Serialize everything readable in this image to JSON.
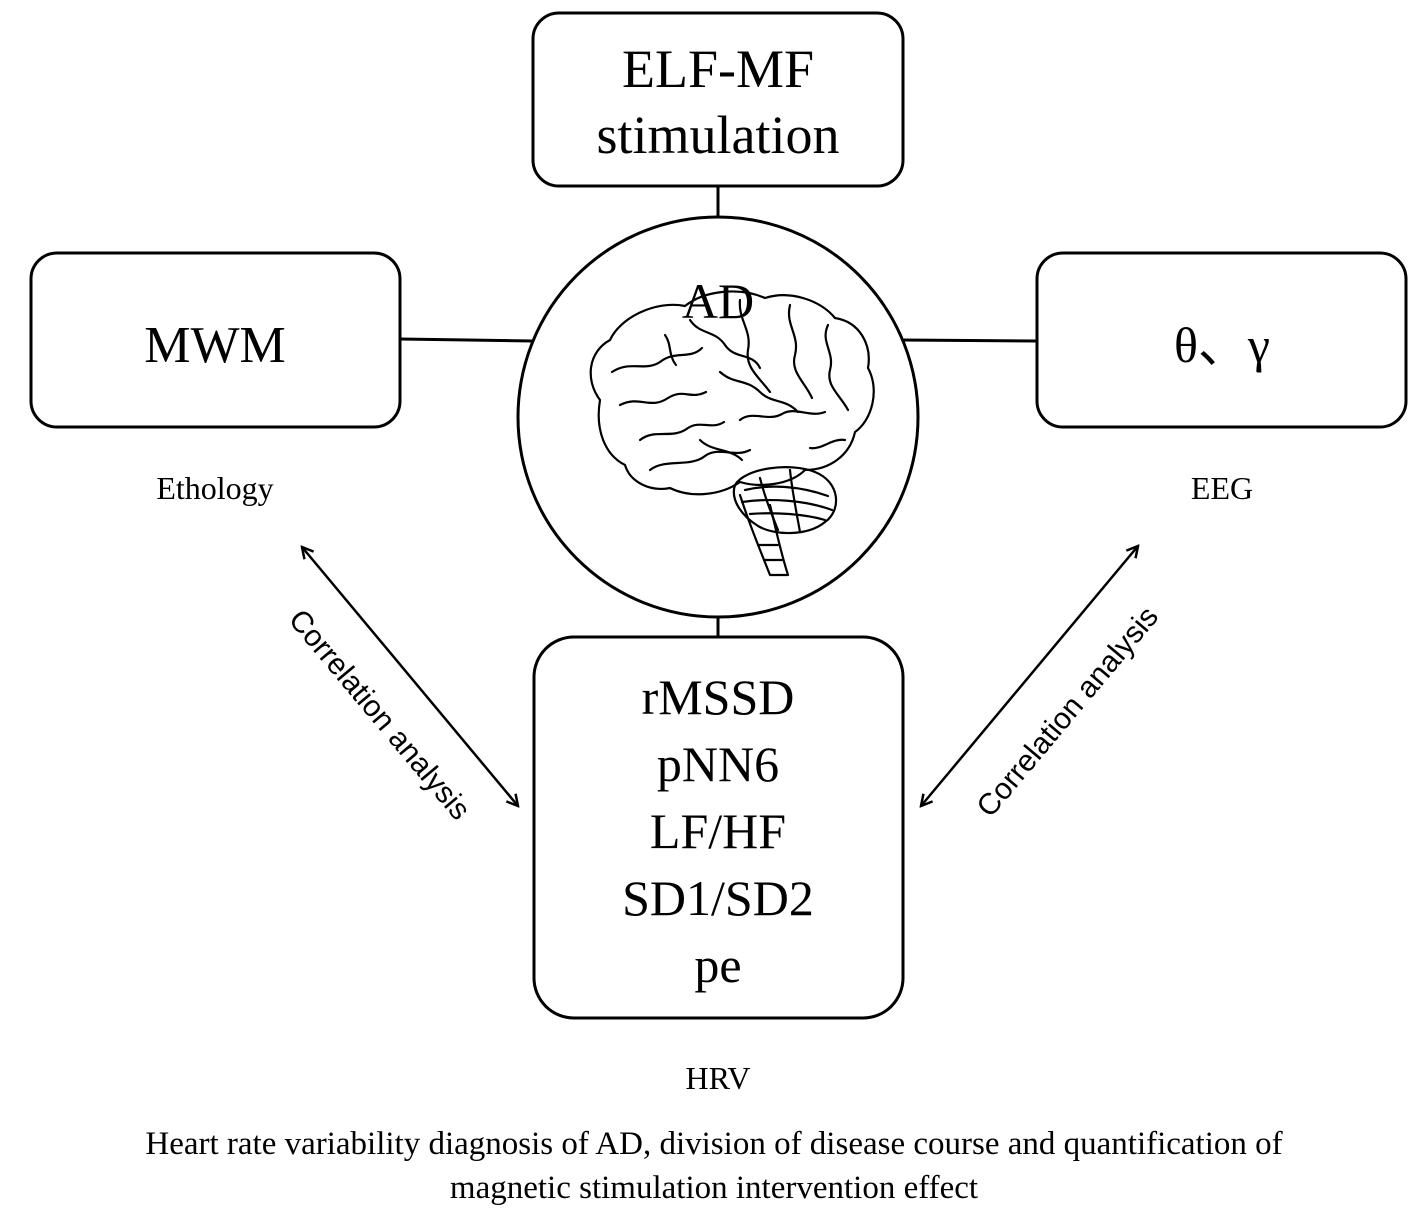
{
  "nodes": {
    "stimulation": {
      "lines": [
        "ELF-MF",
        "stimulation"
      ]
    },
    "center": {
      "label": "AD"
    },
    "ethology": {
      "label": "MWM",
      "caption": "Ethology"
    },
    "eeg": {
      "label": "θ、γ",
      "caption": "EEG"
    },
    "hrv": {
      "lines": [
        "rMSSD",
        "pNN6",
        "LF/HF",
        "SD1/SD2",
        "pe"
      ],
      "caption": "HRV"
    }
  },
  "edges": {
    "left_correlation": "Correlation analysis",
    "right_correlation": "Correlation analysis"
  },
  "caption": {
    "line1": "Heart rate variability diagnosis of AD, division of disease course and quantification of",
    "line2": "magnetic stimulation intervention effect"
  },
  "icons": {
    "center_image": "brain-icon"
  },
  "colors": {
    "stroke": "#000000",
    "background": "#ffffff"
  }
}
